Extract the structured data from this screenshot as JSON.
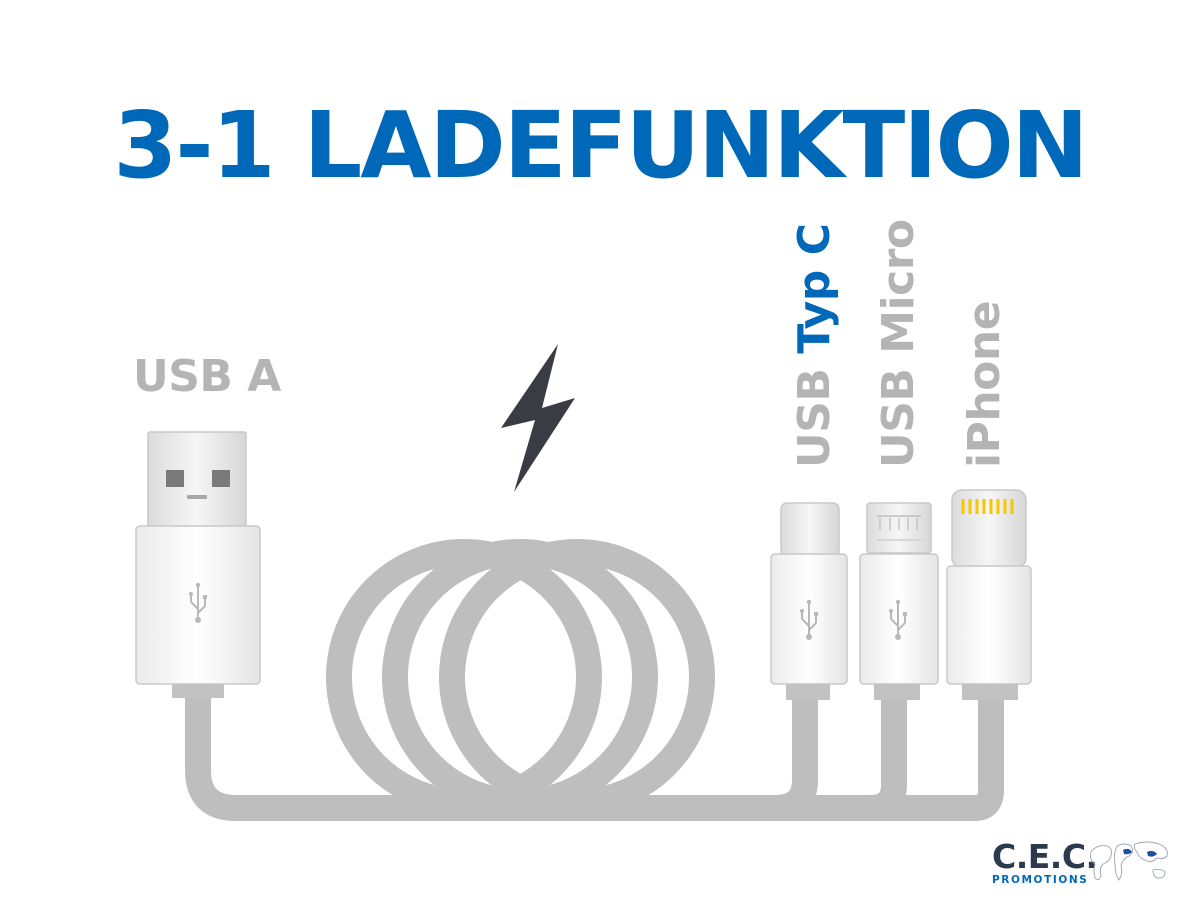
{
  "title": "3-1 LADEFUNKTION",
  "connectors": {
    "usb_a": "USB A",
    "usb_typ_c_prefix": "USB ",
    "usb_typ_c_highlight": "Typ C",
    "usb_micro": "USB Micro",
    "iphone": "iPhone"
  },
  "logo": {
    "name": "C.E.C.",
    "subtitle": "PROMOTIONS"
  },
  "icons": {
    "lightning": "lightning-bolt-icon",
    "usb_symbol": "usb-symbol-icon"
  },
  "colors": {
    "accent_blue": "#0068b8",
    "label_grey": "#b4b4b4",
    "cable_grey": "#bdbdbd",
    "bolt": "#3a3c44",
    "lightning_pins": "#f5c800"
  }
}
